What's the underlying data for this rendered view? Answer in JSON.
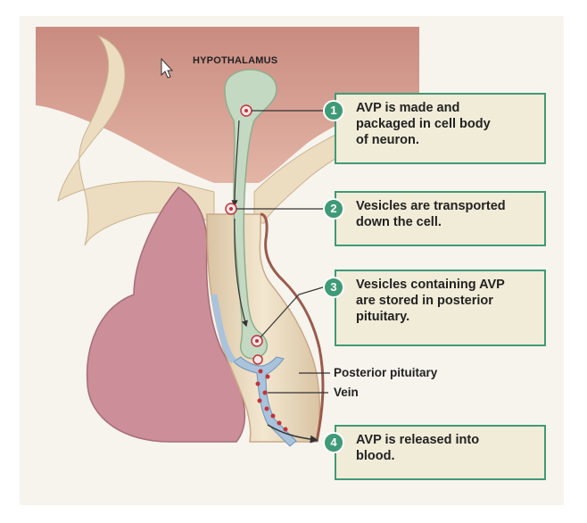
{
  "title": "HYPOTHALAMUS",
  "steps": [
    {
      "number": "1",
      "text_lines": [
        "AVP is made and",
        "packaged in cell body",
        "of neuron."
      ]
    },
    {
      "number": "2",
      "text_lines": [
        "Vesicles are transported",
        "down the cell."
      ]
    },
    {
      "number": "3",
      "text_lines": [
        "Vesicles containing AVP",
        "are stored in posterior",
        "pituitary."
      ]
    },
    {
      "number": "4",
      "text_lines": [
        "AVP is released into",
        "blood."
      ]
    }
  ],
  "labels": {
    "posterior_pituitary": "Posterior pituitary",
    "vein": "Vein"
  },
  "colors": {
    "box_border": "#3f9a77",
    "box_fill": "#f1ecd8",
    "badge": "#3f9a77",
    "hypothalamus": "#d9a496",
    "tissue": "#ecdcc0",
    "anterior_pituitary": "#cc8e98",
    "neuron": "#c4d9c2",
    "vein": "#a9c3dc",
    "vesicle": "#c2323b"
  },
  "icons": [
    "mouse-cursor-icon"
  ]
}
